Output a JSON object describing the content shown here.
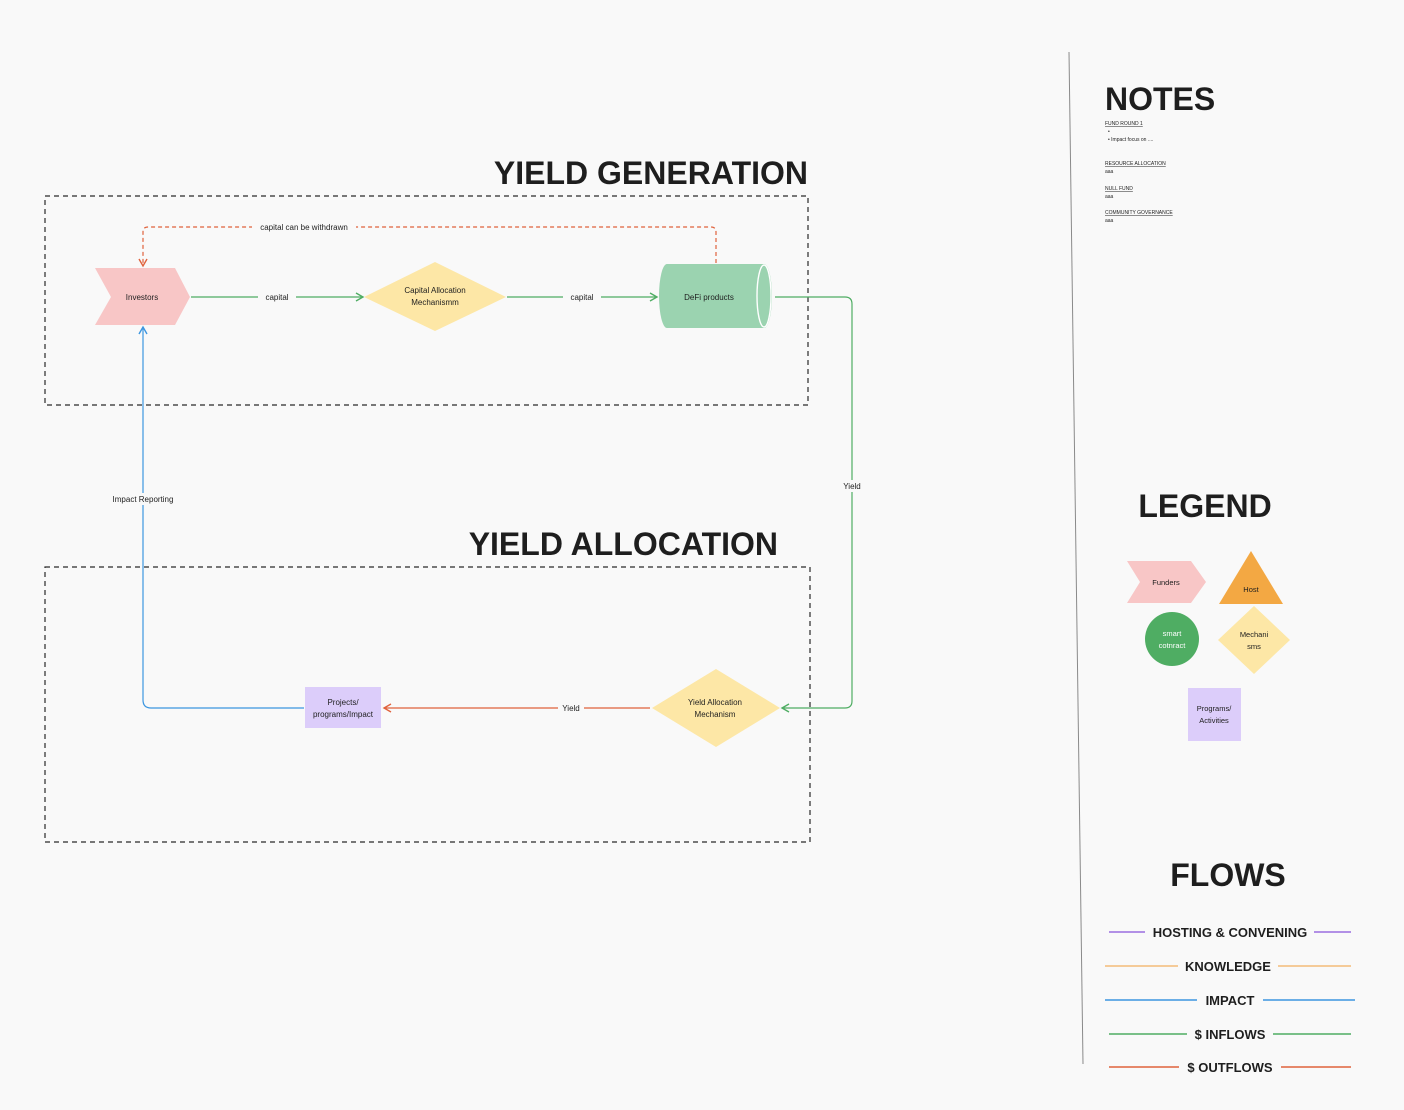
{
  "titles": {
    "yield_generation": "YIELD GENERATION",
    "yield_allocation": "YIELD ALLOCATION",
    "notes": "NOTES",
    "legend": "LEGEND",
    "flows": "FLOWS"
  },
  "nodes": {
    "investors": "Investors",
    "capital_alloc_1": "Capital Allocation",
    "capital_alloc_2": "Mechanismm",
    "defi": "DeFi products",
    "yield_alloc_1": "Yield Allocation",
    "yield_alloc_2": "Mechanism",
    "projects_1": "Projects/",
    "projects_2": "programs/Impact"
  },
  "edges": {
    "capital_1": "capital",
    "capital_2": "capital",
    "withdrawn": "capital can be withdrawn",
    "yield_right": "Yield",
    "yield_bottom": "Yield",
    "impact_reporting": "Impact Reporting"
  },
  "notes": {
    "fund_round": "FUND ROUND 1",
    "bullet_1": "•",
    "bullet_2": "•  Impact focus on ....",
    "resource_allocation": "RESOURCE ALLOCATION",
    "resource_text": "aaa",
    "null_fund": "NULL FUND",
    "null_text": "aaa",
    "community_governance": "COMMUNITY GOVERNANCE",
    "community_text": "aaa"
  },
  "legend": {
    "funders": "Funders",
    "host": "Host",
    "smart_1": "smart",
    "smart_2": "cotnract",
    "mech_1": "Mechani",
    "mech_2": "sms",
    "programs_1": "Programs/",
    "programs_2": "Activities"
  },
  "flows": {
    "hosting": "HOSTING & CONVENING",
    "knowledge": "KNOWLEDGE",
    "impact": "IMPACT",
    "inflows": "$ INFLOWS",
    "outflows": "$ OUTFLOWS"
  },
  "colors": {
    "investor_fill": "#f8c6c6",
    "mechanism_fill": "#fde7a6",
    "defi_fill": "#9bd3b0",
    "project_fill": "#dccdfa",
    "host_fill": "#f3a843",
    "smart_fill": "#4fad63",
    "inflow": "#4fad63",
    "outflow": "#e0623c",
    "impact": "#3c96e0",
    "hosting": "#9b6ee0",
    "knowledge": "#f3b060"
  }
}
